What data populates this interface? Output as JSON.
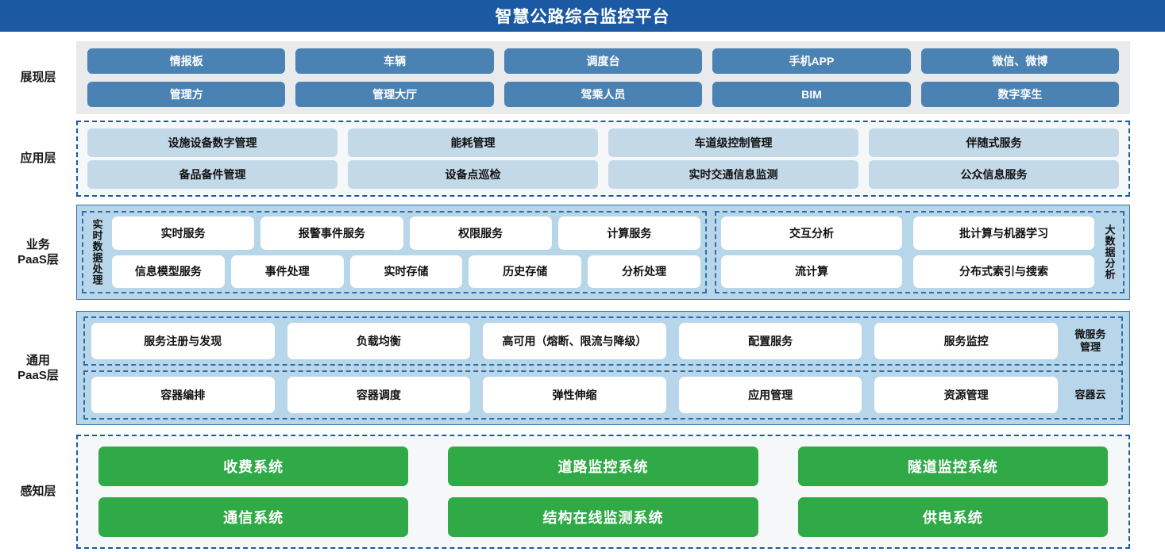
{
  "header": {
    "title": "智慧公路综合监控平台",
    "bg_color": "#1b5aa3"
  },
  "colors": {
    "header_blue": "#1b5aa3",
    "display_box_blue": "#4a82b4",
    "display_panel_gray": "#e8eaec",
    "app_box_light_blue": "#c3d9e8",
    "app_panel_gray": "#f5f7f8",
    "paas_panel_blue": "#b8d6ea",
    "dashed_border_blue": "#2f6fa8",
    "sense_green": "#2faa47"
  },
  "layers": [
    {
      "id": "display-layer",
      "label": "展现层",
      "rows": [
        [
          "情报板",
          "车辆",
          "调度台",
          "手机APP",
          "微信、微博"
        ],
        [
          "管理方",
          "管理大厅",
          "驾乘人员",
          "BIM",
          "数字孪生"
        ]
      ]
    },
    {
      "id": "application-layer",
      "label": "应用层",
      "rows": [
        [
          "设施设备数字管理",
          "能耗管理",
          "车道级控制管理",
          "伴随式服务"
        ],
        [
          "备品备件管理",
          "设备点巡检",
          "实时交通信息监测",
          "公众信息服务"
        ]
      ]
    },
    {
      "id": "business-paas-layer",
      "label": "业务\nPaaS层",
      "label_line1": "业务",
      "label_line2": "PaaS层",
      "groups": [
        {
          "id": "realtime-data-processing",
          "side_label": "实时数据处理",
          "side_label_position": "left",
          "rows": [
            [
              "实时服务",
              "报警事件服务",
              "权限服务",
              "计算服务"
            ],
            [
              "信息模型服务",
              "事件处理",
              "实时存储",
              "历史存储",
              "分析处理"
            ]
          ]
        },
        {
          "id": "big-data-analysis",
          "side_label": "大数据分析",
          "side_label_position": "right",
          "rows": [
            [
              "交互分析",
              "批计算与机器学习"
            ],
            [
              "流计算",
              "分布式索引与搜索"
            ]
          ]
        }
      ]
    },
    {
      "id": "general-paas-layer",
      "label_line1": "通用",
      "label_line2": "PaaS层",
      "groups": [
        {
          "id": "microservice-management",
          "right_label": "微服务管理",
          "right_label_line1": "微服务",
          "right_label_line2": "管理",
          "cells": [
            "服务注册与发现",
            "负载均衡",
            "高可用（熔断、限流与降级）",
            "配置服务",
            "服务监控"
          ]
        },
        {
          "id": "container-cloud",
          "right_label": "容器云",
          "right_label_line1": "容器云",
          "right_label_line2": "",
          "cells": [
            "容器编排",
            "容器调度",
            "弹性伸缩",
            "应用管理",
            "资源管理"
          ]
        }
      ]
    },
    {
      "id": "sensing-layer",
      "label": "感知层",
      "rows": [
        [
          "收费系统",
          "道路监控系统",
          "隧道监控系统"
        ],
        [
          "通信系统",
          "结构在线监测系统",
          "供电系统"
        ]
      ]
    }
  ]
}
